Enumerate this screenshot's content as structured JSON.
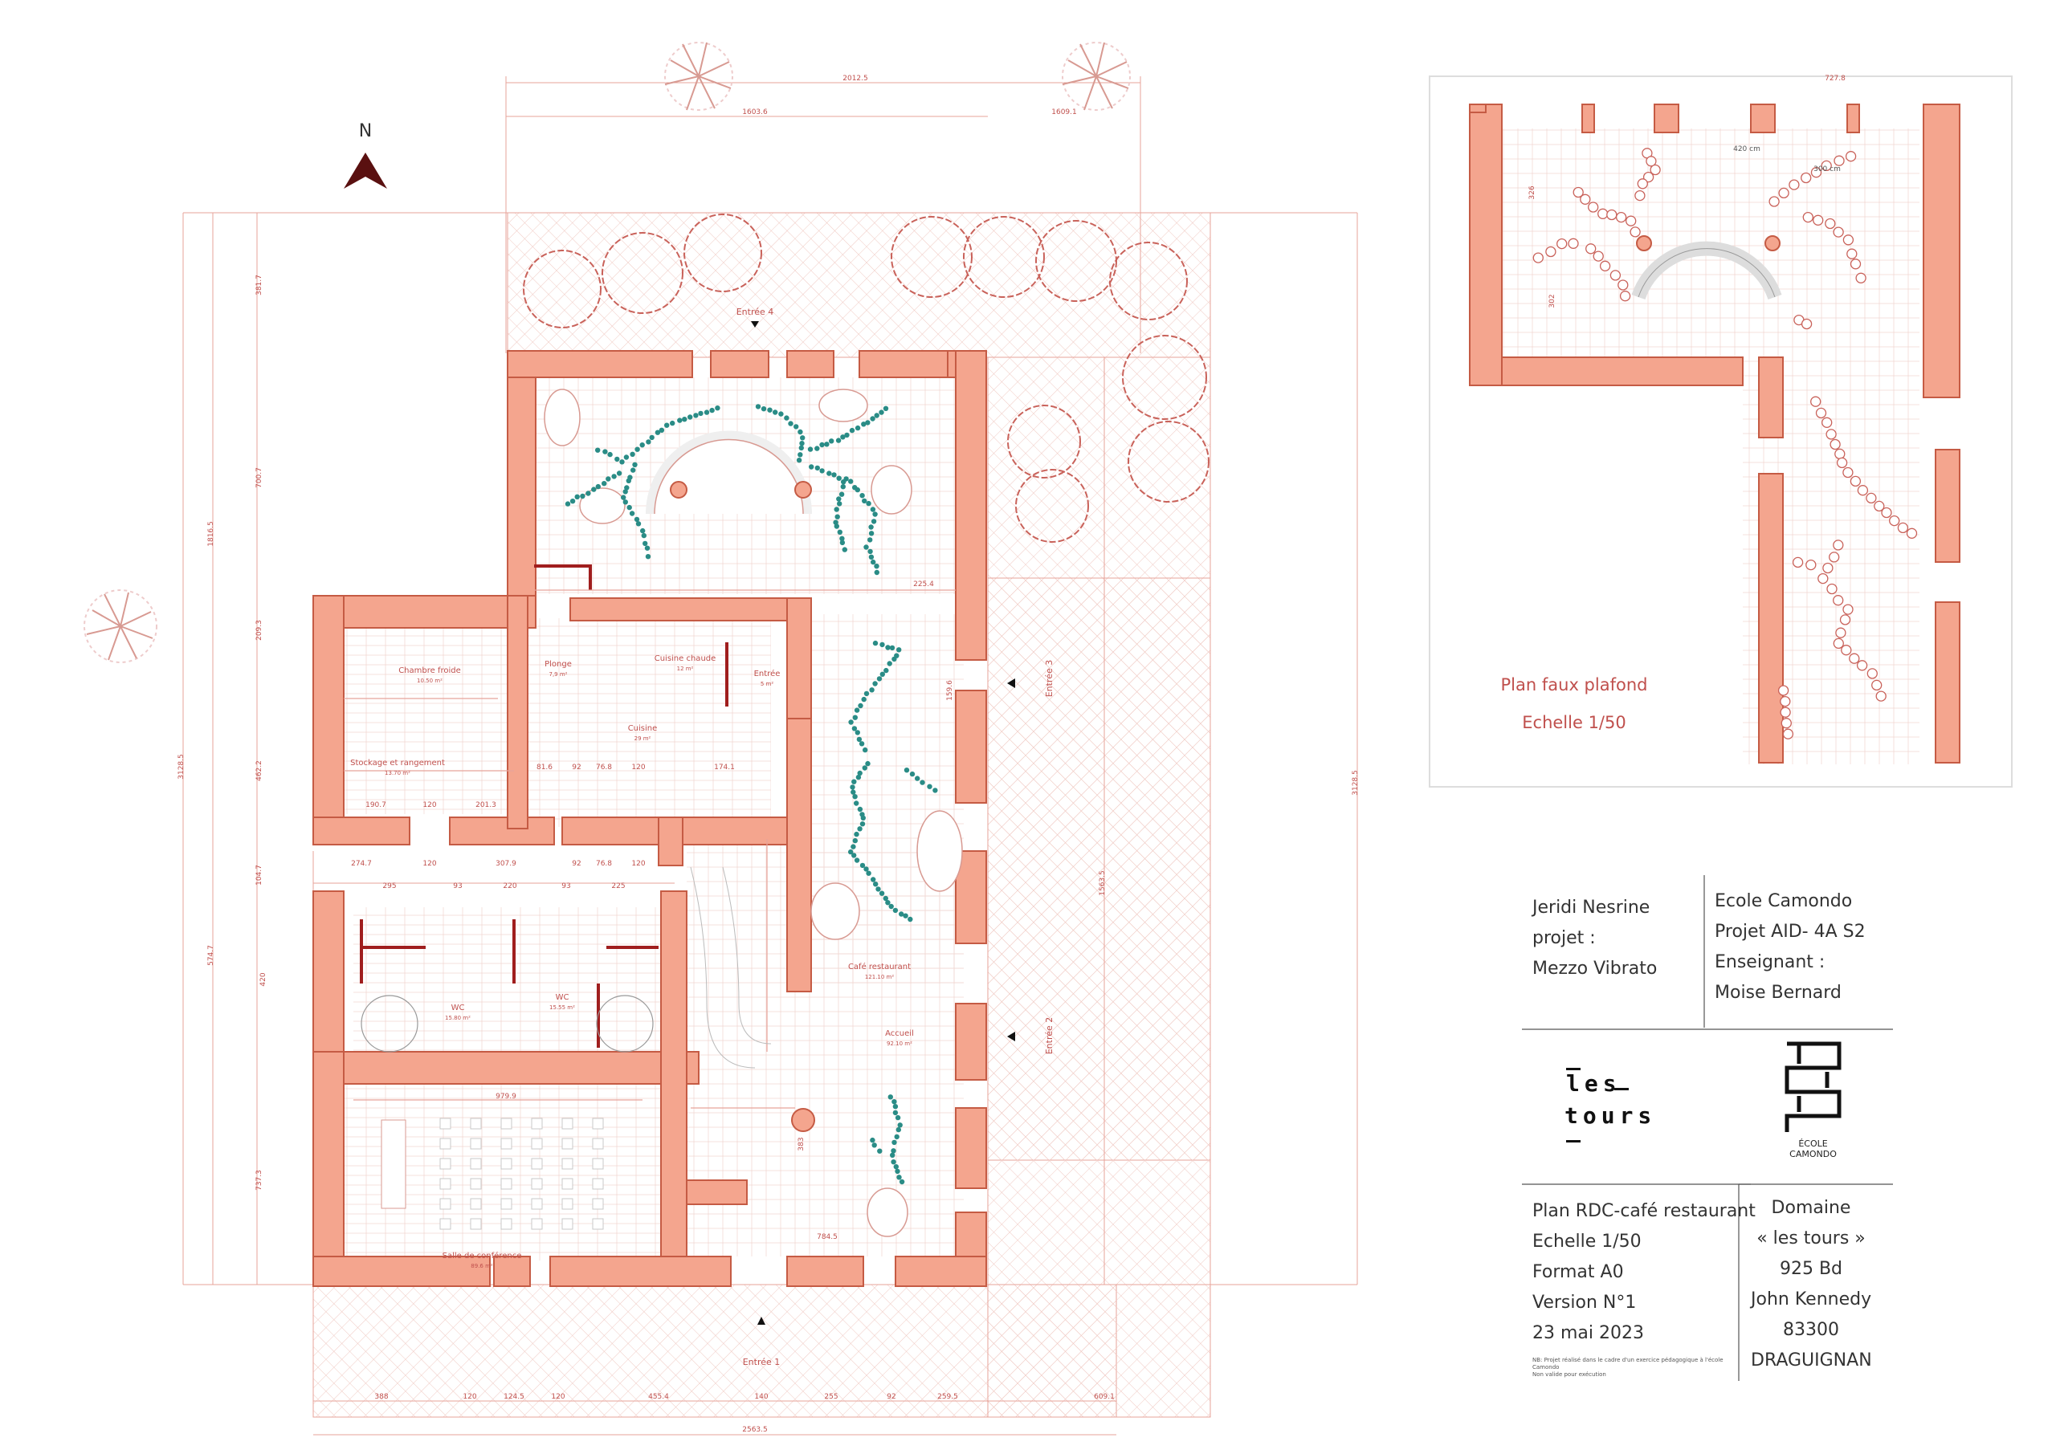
{
  "north": "N",
  "entries": [
    "Entrée 1",
    "Entrée 2",
    "Entrée 3",
    "Entrée 4"
  ],
  "rooms": [
    {
      "name": "Chambre froide",
      "area": "10.50 m²"
    },
    {
      "name": "Plonge",
      "area": "7,9 m²"
    },
    {
      "name": "Cuisine chaude",
      "area": "12 m²"
    },
    {
      "name": "Entrée",
      "area": "5 m²"
    },
    {
      "name": "Cuisine",
      "area": "29 m²"
    },
    {
      "name": "Stockage et rangement",
      "area": "13.70 m²"
    },
    {
      "name": "Café restaurant",
      "area": "121.10 m²"
    },
    {
      "name": "Accueil",
      "area": "92.10 m²"
    },
    {
      "name": "WC",
      "area": "15.80 m²"
    },
    {
      "name": "WC",
      "area": "15.55 m²"
    },
    {
      "name": "Salle de conférence",
      "area": "89.6 m²"
    }
  ],
  "dimensions": {
    "top": [
      "2012.5",
      "1603.6",
      "1609.1"
    ],
    "bottom": [
      "388",
      "120",
      "124.5",
      "120",
      "455.4",
      "140",
      "255",
      "92",
      "259.5",
      "609.1"
    ],
    "bottom_total": "2563.5",
    "upper": [
      "295",
      "93",
      "220",
      "93",
      "225"
    ],
    "left": [
      "381.7",
      "700.7",
      "1816.5",
      "209.3",
      "462.2",
      "104.7",
      "574.7",
      "737.3",
      "3128.5"
    ],
    "right": [
      "3128.5",
      "1563.5"
    ],
    "kitchen": [
      "190.7",
      "120",
      "201.3",
      "81.6",
      "92",
      "76.8",
      "120",
      "174.1",
      "274.7",
      "120",
      "307.9",
      "92",
      "76.8",
      "120"
    ],
    "conference": [
      "979.9"
    ],
    "misc": [
      "225.4",
      "159.6",
      "383",
      "784.5",
      "420"
    ],
    "ceiling": [
      "727.8",
      "420 cm",
      "300 cm",
      "326",
      "302"
    ]
  },
  "ceiling_plan": {
    "title": "Plan faux plafond",
    "scale": "Echelle 1/50"
  },
  "cartouche": {
    "author": [
      "Jeridi Nesrine",
      "projet :",
      "Mezzo Vibrato"
    ],
    "school": [
      "Ecole Camondo",
      "Projet AID- 4A S2",
      "Enseignant :",
      "Moise Bernard"
    ],
    "logo_les_tours": [
      "les",
      "tours"
    ],
    "logo_camondo": [
      "ÉCOLE",
      "CAMONDO"
    ],
    "plan": [
      "Plan RDC-café restaurant",
      "Echelle 1/50",
      "Format A0",
      "Version N°1",
      "23 mai 2023"
    ],
    "domain": [
      "Domaine",
      "« les tours »",
      "925 Bd",
      "John Kennedy",
      "83300",
      "DRAGUIGNAN"
    ],
    "note": [
      "NB: Projet réalisé dans le cadre d'un exercice pédagogique à l'école Camondo",
      "Non valide pour exécution"
    ]
  },
  "colors": {
    "wall": "#f4a58e",
    "wall_stroke": "#c55b44",
    "line": "#e7a39a",
    "plant": "#2a8c86",
    "door": "#a01e1e",
    "text": "#333333"
  }
}
